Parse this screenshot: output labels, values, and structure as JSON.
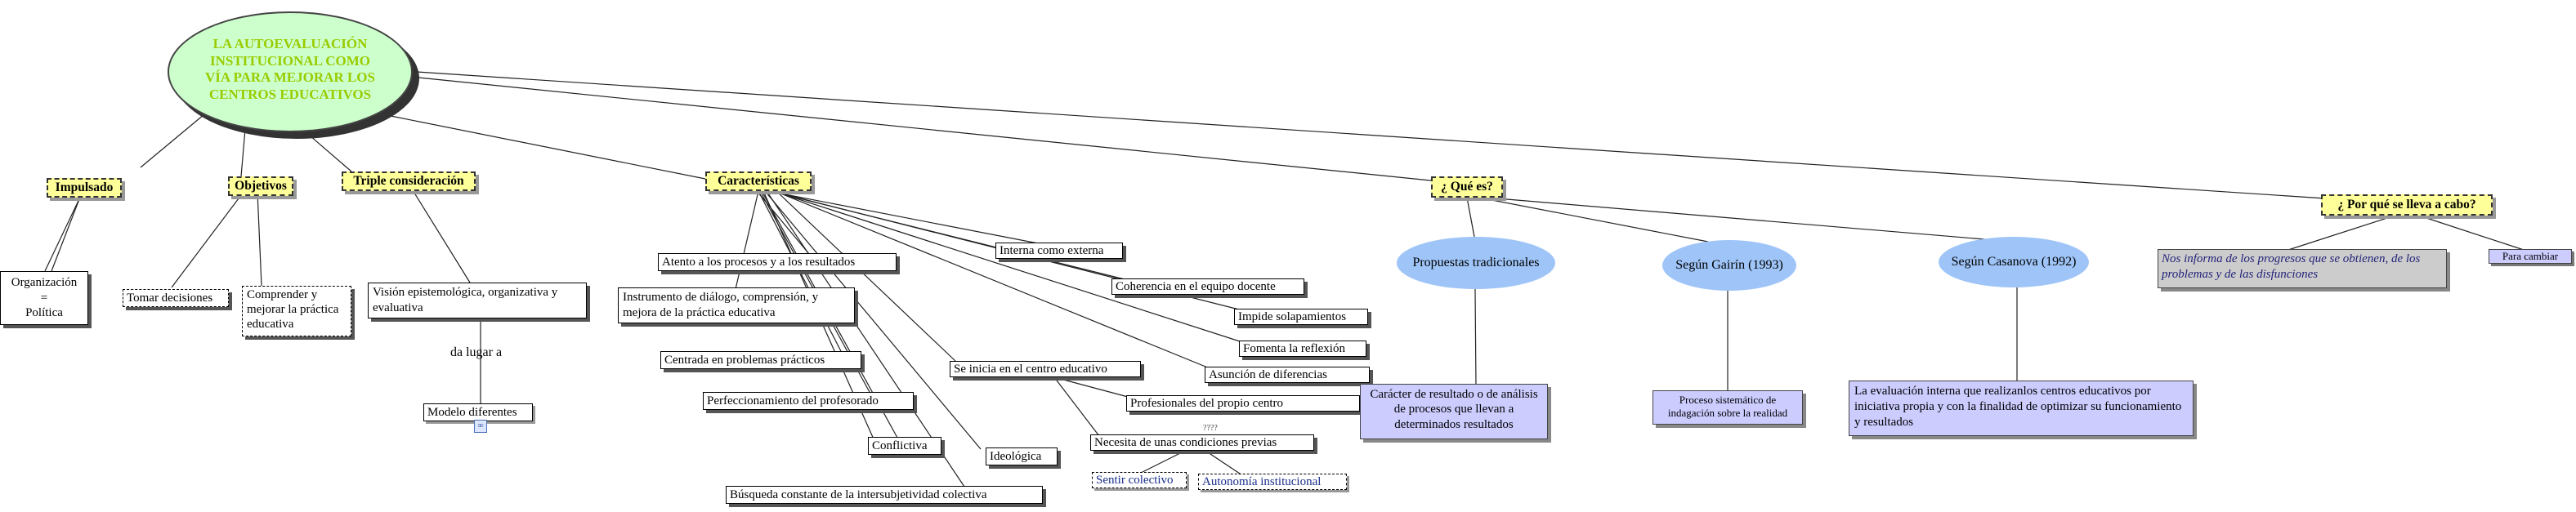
{
  "central": {
    "title": "LA AUTOEVALUACIÓN INSTITUCIONAL COMO VÍA PARA MEJORAR LOS CENTROS EDUCATIVOS"
  },
  "categories": {
    "impulsado": "Impulsado",
    "objetivos": "Objetivos",
    "triple": "Triple consideración",
    "caracteristicas": "Características",
    "que_es": "¿ Qué es?",
    "por_que": "¿ Por qué se lleva a cabo?"
  },
  "impulsado": {
    "organizacion": "Organización\n=\nPolítica"
  },
  "objetivos": {
    "tomar": "Tomar decisiones",
    "comprender": "Comprender  y mejorar la práctica educativa"
  },
  "triple": {
    "vision": "Visión epistemológica, organizativa y evaluativa",
    "da_lugar": "da lugar a",
    "modelo": "Modelo diferentes",
    "chip": "∞"
  },
  "caracteristicas": {
    "atento": "Atento a los procesos y a los resultados",
    "instrumento": "Instrumento de diálogo, comprensión, y mejora de la práctica educativa",
    "centrada": "Centrada en problemas prácticos",
    "perfeccionamiento": "Perfeccionamiento del profesorado",
    "conflictiva": "Conflictiva",
    "ideologica": "Ideológica",
    "busqueda": "Búsqueda constante de la intersubjetividad colectiva",
    "interna": "Interna como externa",
    "coherencia": "Coherencia en el equipo docente",
    "impide": "Impide solapamientos",
    "fomenta": "Fomenta la reflexión",
    "asuncion": "Asunción de diferencias",
    "se_inicia": "Se inicia en el centro educativo",
    "profesionales": "Profesionales del propio centro",
    "dots": "????",
    "necesita": "Necesita de unas condiciones previas",
    "sentir": "Sentir colectivo",
    "autonomia": "Autonomía institucional"
  },
  "que_es": {
    "propuestas": "Propuestas tradicionales",
    "gairin": "Según Gairín (1993)",
    "casanova": "Según Casanova (1992)",
    "caracter": "Carácter de resultado o de análisis de procesos que llevan a determinados resultados",
    "proceso": "Proceso sistemático de indagación sobre la realidad",
    "evaluacion": "La evaluación interna que realizanlos centros educativos por iniciativa propia y con la finalidad de optimizar su funcionamiento y resultados"
  },
  "por_que": {
    "informa": "Nos informa de los progresos que se obtienen, de los problemas y de las disfunciones",
    "cambiar": "Para cambiar"
  },
  "colors": {
    "central_fill": "#ccffcc",
    "central_text": "#99cc00",
    "category_fill": "#ffff99",
    "ellipse_fill": "#9fc5f8",
    "purple_fill": "#ccccff",
    "grey_fill": "#cccccc"
  }
}
